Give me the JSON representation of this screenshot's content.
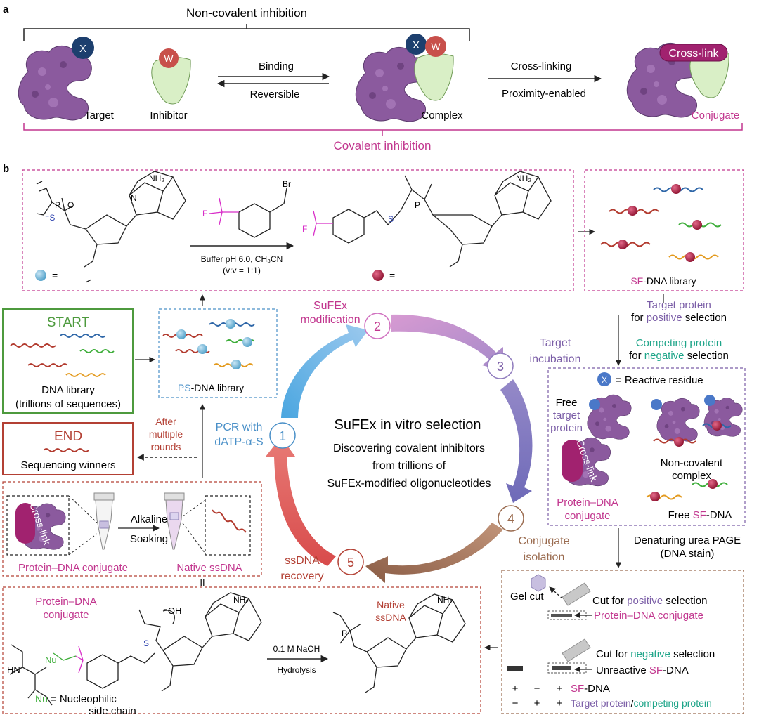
{
  "panel_a": {
    "letter": "a",
    "noncovalent_label": "Non-covalent inhibition",
    "covalent_label": "Covalent inhibition",
    "target_label": "Target",
    "inhibitor_label": "Inhibitor",
    "complex_label": "Complex",
    "conjugate_label": "Conjugate",
    "binding_label": "Binding",
    "reversible_label": "Reversible",
    "crosslinking_label": "Cross-linking",
    "proximity_label": "Proximity-enabled",
    "crosslink_tag": "Cross-link",
    "x_glyph": "X",
    "w_glyph": "W"
  },
  "panel_b": {
    "letter": "b",
    "reaction": {
      "condition1": "Buffer pH 6.0, CH₃CN",
      "condition2": "(v:v = 1:1)",
      "eq": "=",
      "NH2": "NH₂",
      "Br": "Br",
      "F": "F",
      "S": "S",
      "O": "O",
      "P": "P",
      "N": "N",
      "Sminus": "⁻S"
    },
    "sf_library": {
      "prefix": "SF",
      "suffix": "-DNA library"
    },
    "start": {
      "title": "START",
      "line1": "DNA library",
      "line2": "(trillions of sequences)"
    },
    "ps_library": {
      "prefix": "PS",
      "suffix": "-DNA library"
    },
    "end": {
      "title": "END",
      "line1": "Sequencing winners"
    },
    "after_rounds": [
      "After",
      "multiple",
      "rounds"
    ],
    "cycle": {
      "title": "SuFEx in vitro selection",
      "line1": "Discovering covalent inhibitors",
      "line2": "from trillions of",
      "line3": "SuFEx-modified oligonucleotides",
      "step1": "1",
      "step2": "2",
      "step3": "3",
      "step4": "4",
      "step5": "5",
      "step1_label": [
        "PCR with",
        "dATP-α-S"
      ],
      "step2_label": [
        "SuFEx",
        "modification"
      ],
      "step3_label": [
        "Target",
        "incubation"
      ],
      "step4_label": [
        "Conjugate",
        "isolation"
      ],
      "step5_label": [
        "ssDNA",
        "recovery"
      ]
    },
    "selection": {
      "t1_colored": "Target protein",
      "t2_prefix": "for ",
      "t2_colored": "positive",
      "t2_suffix": " selection",
      "c1_colored": "Competing protein",
      "c2_prefix": "for ",
      "c2_colored": "negative",
      "c2_suffix": " selection"
    },
    "incubation_box": {
      "reactive_residue": "= Reactive residue",
      "free_target": [
        "Free",
        "target",
        "protein"
      ],
      "noncovalent_complex": [
        "Non-covalent",
        "complex"
      ],
      "protein_dna_conjugate": [
        "Protein–DNA",
        "conjugate"
      ],
      "free_sf_prefix": "Free ",
      "free_sf_colored": "SF",
      "free_sf_suffix": "-DNA"
    },
    "page_label": [
      "Denaturing urea PAGE",
      "(DNA stain)"
    ],
    "gel": {
      "gel_cut": "Gel cut",
      "cut_pos_prefix": "Cut for ",
      "cut_pos_colored": "positive",
      "cut_pos_suffix": " selection",
      "conjugate": "Protein–DNA conjugate",
      "cut_neg_prefix": "Cut for ",
      "cut_neg_colored": "negative",
      "cut_neg_suffix": " selection",
      "unreactive_prefix": "Unreactive ",
      "unreactive_colored": "SF",
      "unreactive_suffix": "-DNA",
      "row1_signs": [
        "+",
        "−",
        "+"
      ],
      "row2_signs": [
        "−",
        "+",
        "+"
      ],
      "row1_colored": "SF",
      "row1_suffix": "-DNA",
      "row2_target": "Target protein",
      "row2_slash": "/",
      "row2_competing": "competing protein"
    },
    "recovery_box": {
      "conjugate": "Protein–DNA conjugate",
      "native": "Native ssDNA",
      "alkaline": "Alkaline",
      "soaking": "Soaking",
      "eqsign": "II"
    },
    "hydrolysis": {
      "conjugate": [
        "Protein–DNA",
        "conjugate"
      ],
      "OH": "⁻OH",
      "HN": "HN",
      "Nu": "Nu",
      "nu_def": [
        "= Nucleophilic",
        "side chain"
      ],
      "cond1": "0.1 M NaOH",
      "cond2": "Hydrolysis",
      "native": [
        "Native",
        "ssDNA"
      ]
    }
  },
  "colors": {
    "purple_protein": "#8b5a9e",
    "green_inhibitor": "#d9efc6",
    "magenta": "#c2378f",
    "navy": "#1d3f6e",
    "red_w": "#c8504b",
    "blue": "#4a90c8",
    "teal": "#1ea589",
    "violet": "#7b5ea7",
    "brown": "#9a6b4f",
    "red_dark": "#b34034",
    "green_start": "#4d9a3d"
  }
}
